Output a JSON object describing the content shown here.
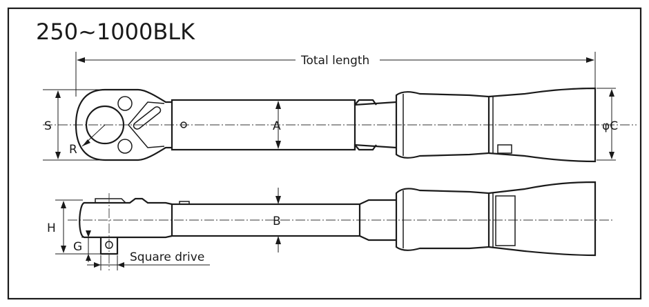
{
  "title": "250~1000BLK",
  "labels": {
    "total_length": "Total length",
    "A": "A",
    "B": "B",
    "C": "φC",
    "S": "S",
    "R": "R",
    "H": "H",
    "G": "G",
    "square_drive": "Square drive"
  },
  "colors": {
    "line": "#1a1a1a",
    "background": "#ffffff"
  }
}
